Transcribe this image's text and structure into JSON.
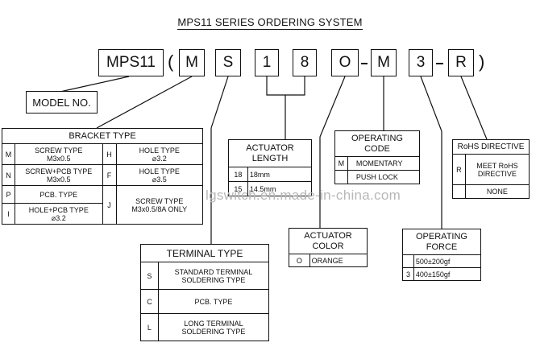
{
  "title": "MPS11 SERIES ORDERING SYSTEM",
  "code": {
    "prefix": "MPS11",
    "open_paren": "(",
    "close_paren": ")",
    "segments": [
      "M",
      "S",
      "1",
      "8",
      "O",
      "M",
      "3",
      "R"
    ]
  },
  "model_no": "MODEL NO.",
  "bracket_type": {
    "header": "BRACKET TYPE",
    "left": [
      {
        "code": "M",
        "desc": "SCREW TYPE",
        "sub": "M3x0.5"
      },
      {
        "code": "N",
        "desc": "SCREW+PCB TYPE",
        "sub": "M3x0.5"
      },
      {
        "code": "P",
        "desc": "PCB. TYPE",
        "sub": ""
      },
      {
        "code": "I",
        "desc": "HOLE+PCB TYPE",
        "sub": "⌀3.2"
      }
    ],
    "right": [
      {
        "code": "H",
        "desc": "HOLE TYPE",
        "sub": "⌀3.2"
      },
      {
        "code": "F",
        "desc": "HOLE TYPE",
        "sub": "⌀3.5"
      },
      {
        "code": "J",
        "desc": "SCREW TYPE",
        "sub": "M3x0.5/8A ONLY"
      }
    ]
  },
  "terminal_type": {
    "header": "TERMINAL TYPE",
    "rows": [
      {
        "code": "S",
        "desc": "STANDARD TERMINAL",
        "sub": "SOLDERING TYPE"
      },
      {
        "code": "C",
        "desc": "PCB. TYPE",
        "sub": ""
      },
      {
        "code": "L",
        "desc": "LONG TERMINAL",
        "sub": "SOLDERING TYPE"
      }
    ]
  },
  "actuator_length": {
    "header": "ACTUATOR",
    "header2": "LENGTH",
    "rows": [
      {
        "code": "18",
        "desc": "18mm"
      },
      {
        "code": "15",
        "desc": "14.5mm"
      }
    ]
  },
  "actuator_color": {
    "header": "ACTUATOR",
    "header2": "COLOR",
    "rows": [
      {
        "code": "O",
        "desc": "ORANGE"
      }
    ]
  },
  "operating_code": {
    "header": "OPERATING",
    "header2": "CODE",
    "rows": [
      {
        "code": "M",
        "desc": "MOMENTARY"
      },
      {
        "code": "",
        "desc": "PUSH LOCK"
      }
    ]
  },
  "operating_force": {
    "header": "OPERATING",
    "header2": "FORCE",
    "rows": [
      {
        "code": "",
        "desc": "500±200gf"
      },
      {
        "code": "3",
        "desc": "400±150gf"
      }
    ]
  },
  "rohs": {
    "header": "RoHS DIRECTIVE",
    "rows": [
      {
        "code": "R",
        "desc": "MEET RoHS",
        "sub": "DIRECTIVE"
      },
      {
        "code": "",
        "desc": "NONE",
        "sub": ""
      }
    ]
  },
  "watermark": "lgswitch.en.made-in-china.com"
}
